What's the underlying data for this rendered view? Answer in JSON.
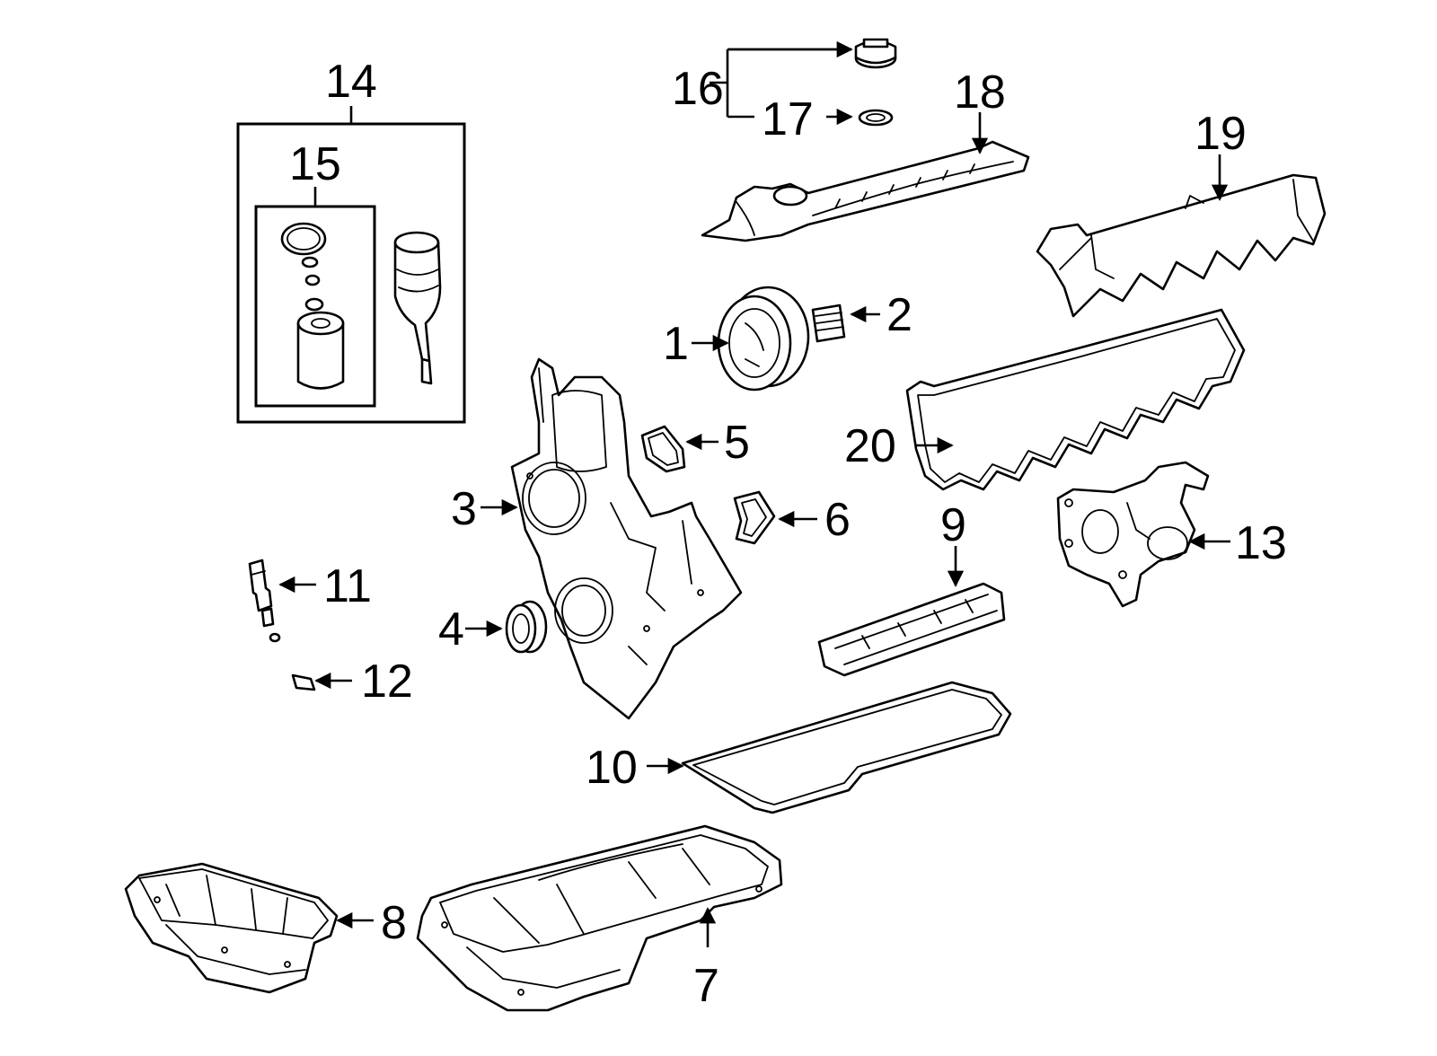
{
  "callouts": {
    "c1": "1",
    "c2": "2",
    "c3": "3",
    "c4": "4",
    "c5": "5",
    "c6": "6",
    "c7": "7",
    "c8": "8",
    "c9": "9",
    "c10": "10",
    "c11": "11",
    "c12": "12",
    "c13": "13",
    "c14": "14",
    "c15": "15",
    "c16": "16",
    "c17": "17",
    "c18": "18",
    "c19": "19",
    "c20": "20"
  },
  "style": {
    "line_color": "#000000",
    "background": "#ffffff"
  }
}
